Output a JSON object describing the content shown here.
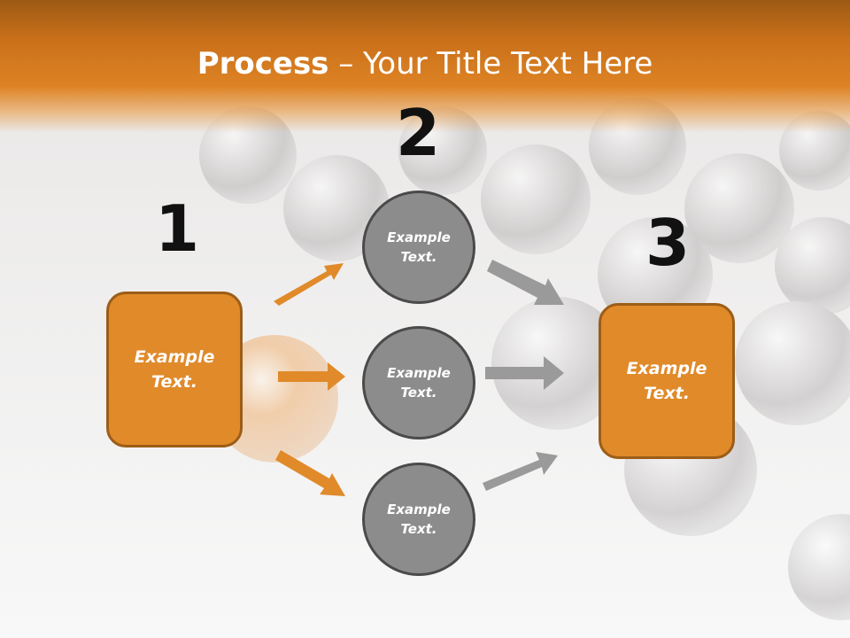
{
  "title": {
    "strong": "Process",
    "rest": " – Your Title Text Here"
  },
  "steps": {
    "one": "1",
    "two": "2",
    "three": "3"
  },
  "boxes": {
    "left": {
      "line1": "Example",
      "line2": "Text."
    },
    "right": {
      "line1": "Example",
      "line2": "Text."
    }
  },
  "circles": [
    {
      "line1": "Example",
      "line2": "Text."
    },
    {
      "line1": "Example",
      "line2": "Text."
    },
    {
      "line1": "Example",
      "line2": "Text."
    }
  ],
  "colors": {
    "accent": "#e08a2a",
    "accent_border": "#9c5d17",
    "circle_fill": "#8c8c8c",
    "circle_border": "#4a4a4a",
    "arrow_orange": "#e08a2a",
    "arrow_gray": "#9a9a9a"
  }
}
